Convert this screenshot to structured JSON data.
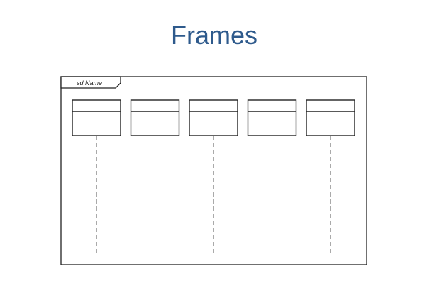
{
  "slide": {
    "title": "Frames"
  },
  "diagram": {
    "frame_label": "sd Name",
    "lifeline_count": 5,
    "colors": {
      "title": "#2e5a8c",
      "stroke": "#222222",
      "lifeline": "#555555",
      "background": "#ffffff"
    }
  }
}
